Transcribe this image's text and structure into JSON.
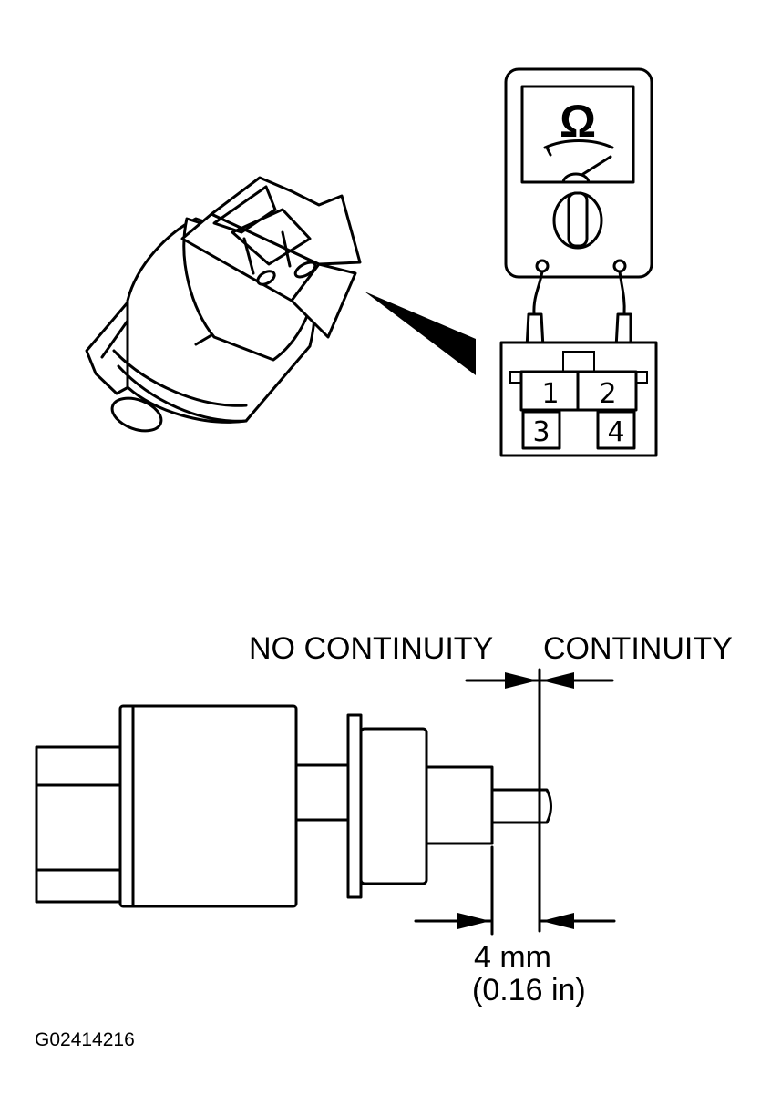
{
  "figure_id": "G02414216",
  "meter": {
    "symbol": "Ω"
  },
  "connector": {
    "terminals": [
      "1",
      "2",
      "3",
      "4"
    ]
  },
  "labels": {
    "no_continuity": "NO CONTINUITY",
    "continuity": "CONTINUITY",
    "stroke_mm": "4 mm",
    "stroke_in": "(0.16 in)"
  },
  "icons": {
    "meter": "ohmmeter-icon",
    "switch_iso": "stop-lamp-switch-iso-view",
    "switch_side": "stop-lamp-switch-side-view"
  }
}
